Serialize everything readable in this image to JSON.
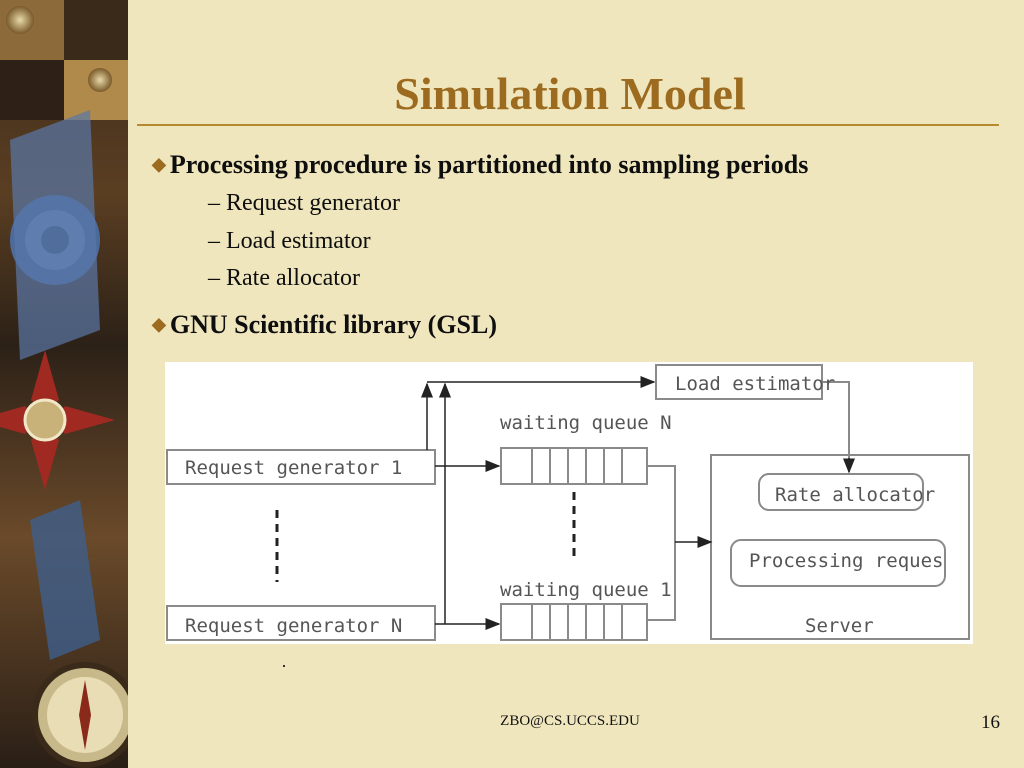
{
  "slide": {
    "title": "Simulation Model",
    "bullets": [
      {
        "text": "Processing procedure is partitioned into sampling periods",
        "subitems": [
          "– Request generator",
          "– Load estimator",
          "– Rate allocator"
        ]
      },
      {
        "text": "GNU Scientific library (GSL)",
        "subitems": []
      }
    ],
    "footer": "ZBO@CS.UCCS.EDU",
    "page_number": "16"
  },
  "diagram": {
    "labels": {
      "load_estimator": "Load estimator",
      "waiting_queue_n": "waiting queue N",
      "waiting_queue_1": "waiting queue 1",
      "request_generator_1": "Request generator 1",
      "request_generator_n": "Request generator N",
      "rate_allocator": "Rate allocator",
      "processing": "Processing reques",
      "server": "Server"
    }
  },
  "icons": {
    "bullet": "diamond-bullet-icon",
    "sidebar": "medal-collage-decoration"
  },
  "colors": {
    "background": "#efe6bd",
    "title": "#9c6b1f",
    "rule": "#b5892e",
    "text": "#0e0e0e",
    "diagram_stroke": "#8a8a8a"
  }
}
